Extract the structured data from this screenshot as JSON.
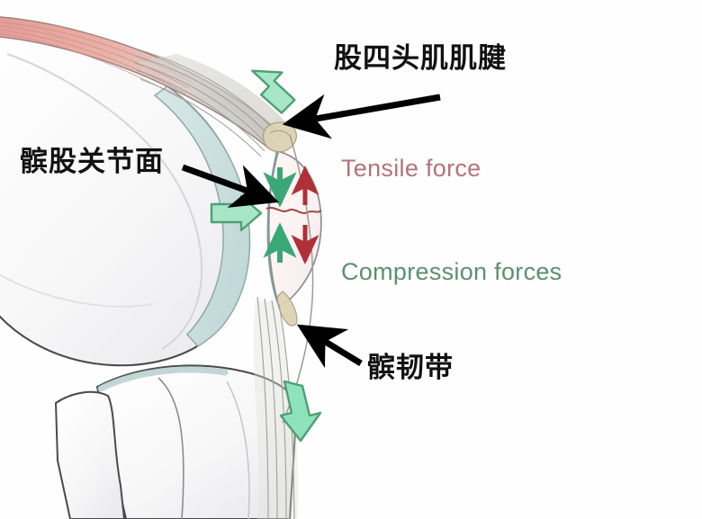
{
  "figure": {
    "kind": "anatomical-illustration",
    "subject": "knee-sagittal-patellofemoral-forces",
    "background_color": "#fefefe"
  },
  "labels": {
    "quadriceps_tendon": "股四头肌肌腱",
    "patellofemoral_joint_surface": "髌股关节面",
    "patellar_ligament": "髌韧带",
    "tensile_force": "Tensile force",
    "compression_forces": "Compression forces"
  },
  "colors": {
    "tensile_text": "#b4737c",
    "compression_text": "#5d8f71",
    "tensile_arrow": "#b03038",
    "compression_arrow": "#3aa776",
    "block_arrow_fill": "#a8e6c8",
    "block_arrow_stroke": "#4f9f72",
    "muscle": "#e8a79f",
    "bone_fill": "#fbfbfb",
    "bone_outline": "#4a4a4a",
    "cartilage": "#cfe1e0",
    "tendon": "#c9c9c4",
    "patella_fill": "#fdf6ee",
    "callout_arrow": "#000000"
  },
  "annotations": {
    "callouts": [
      {
        "name": "quadriceps-tendon-callout",
        "points_to": "quadriceps tendon at patella superior pole",
        "direction": "left"
      },
      {
        "name": "patellofemoral-joint-callout",
        "points_to": "patellofemoral articular surface",
        "direction": "right-down"
      },
      {
        "name": "patellar-ligament-callout",
        "points_to": "patellar ligament",
        "direction": "up-left"
      }
    ],
    "block_arrows": [
      {
        "name": "block-arrow-superior",
        "direction": "up-left",
        "meaning": "quadriceps pull"
      },
      {
        "name": "block-arrow-posterior",
        "direction": "right",
        "meaning": "joint reaction force"
      },
      {
        "name": "block-arrow-inferior",
        "direction": "down",
        "meaning": "patellar ligament pull"
      }
    ],
    "patella_force_arrows": {
      "compression": {
        "count": 2,
        "color_key": "compression_arrow",
        "pattern": "converging toward mid-patella"
      },
      "tensile": {
        "count": 2,
        "color_key": "tensile_arrow",
        "pattern": "diverging away from mid-patella"
      },
      "fracture_line": {
        "name": "patella-transverse-wavy-line",
        "color": "#a0413f"
      }
    }
  }
}
